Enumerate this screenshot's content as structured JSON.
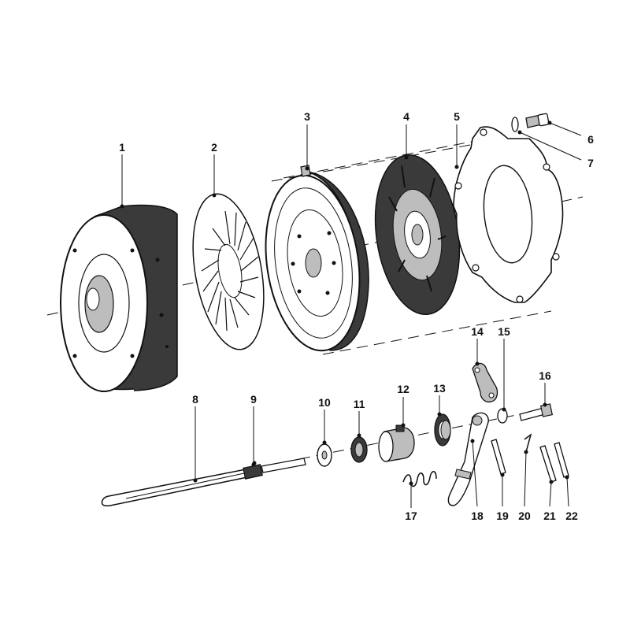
{
  "diagram": {
    "colors": {
      "ink": "#111111",
      "paper": "#ffffff",
      "shade": "#bdbdbd",
      "dark": "#3a3a3a"
    },
    "parts": [
      {
        "id": "1",
        "label": "1"
      },
      {
        "id": "2",
        "label": "2"
      },
      {
        "id": "3",
        "label": "3"
      },
      {
        "id": "4",
        "label": "4"
      },
      {
        "id": "5",
        "label": "5"
      },
      {
        "id": "6",
        "label": "6"
      },
      {
        "id": "7",
        "label": "7"
      },
      {
        "id": "8",
        "label": "8"
      },
      {
        "id": "9",
        "label": "9"
      },
      {
        "id": "10",
        "label": "10"
      },
      {
        "id": "11",
        "label": "11"
      },
      {
        "id": "12",
        "label": "12"
      },
      {
        "id": "13",
        "label": "13"
      },
      {
        "id": "14",
        "label": "14"
      },
      {
        "id": "15",
        "label": "15"
      },
      {
        "id": "16",
        "label": "16"
      },
      {
        "id": "17",
        "label": "17"
      },
      {
        "id": "18",
        "label": "18"
      },
      {
        "id": "19",
        "label": "19"
      },
      {
        "id": "20",
        "label": "20"
      },
      {
        "id": "21",
        "label": "21"
      },
      {
        "id": "22",
        "label": "22"
      }
    ]
  }
}
